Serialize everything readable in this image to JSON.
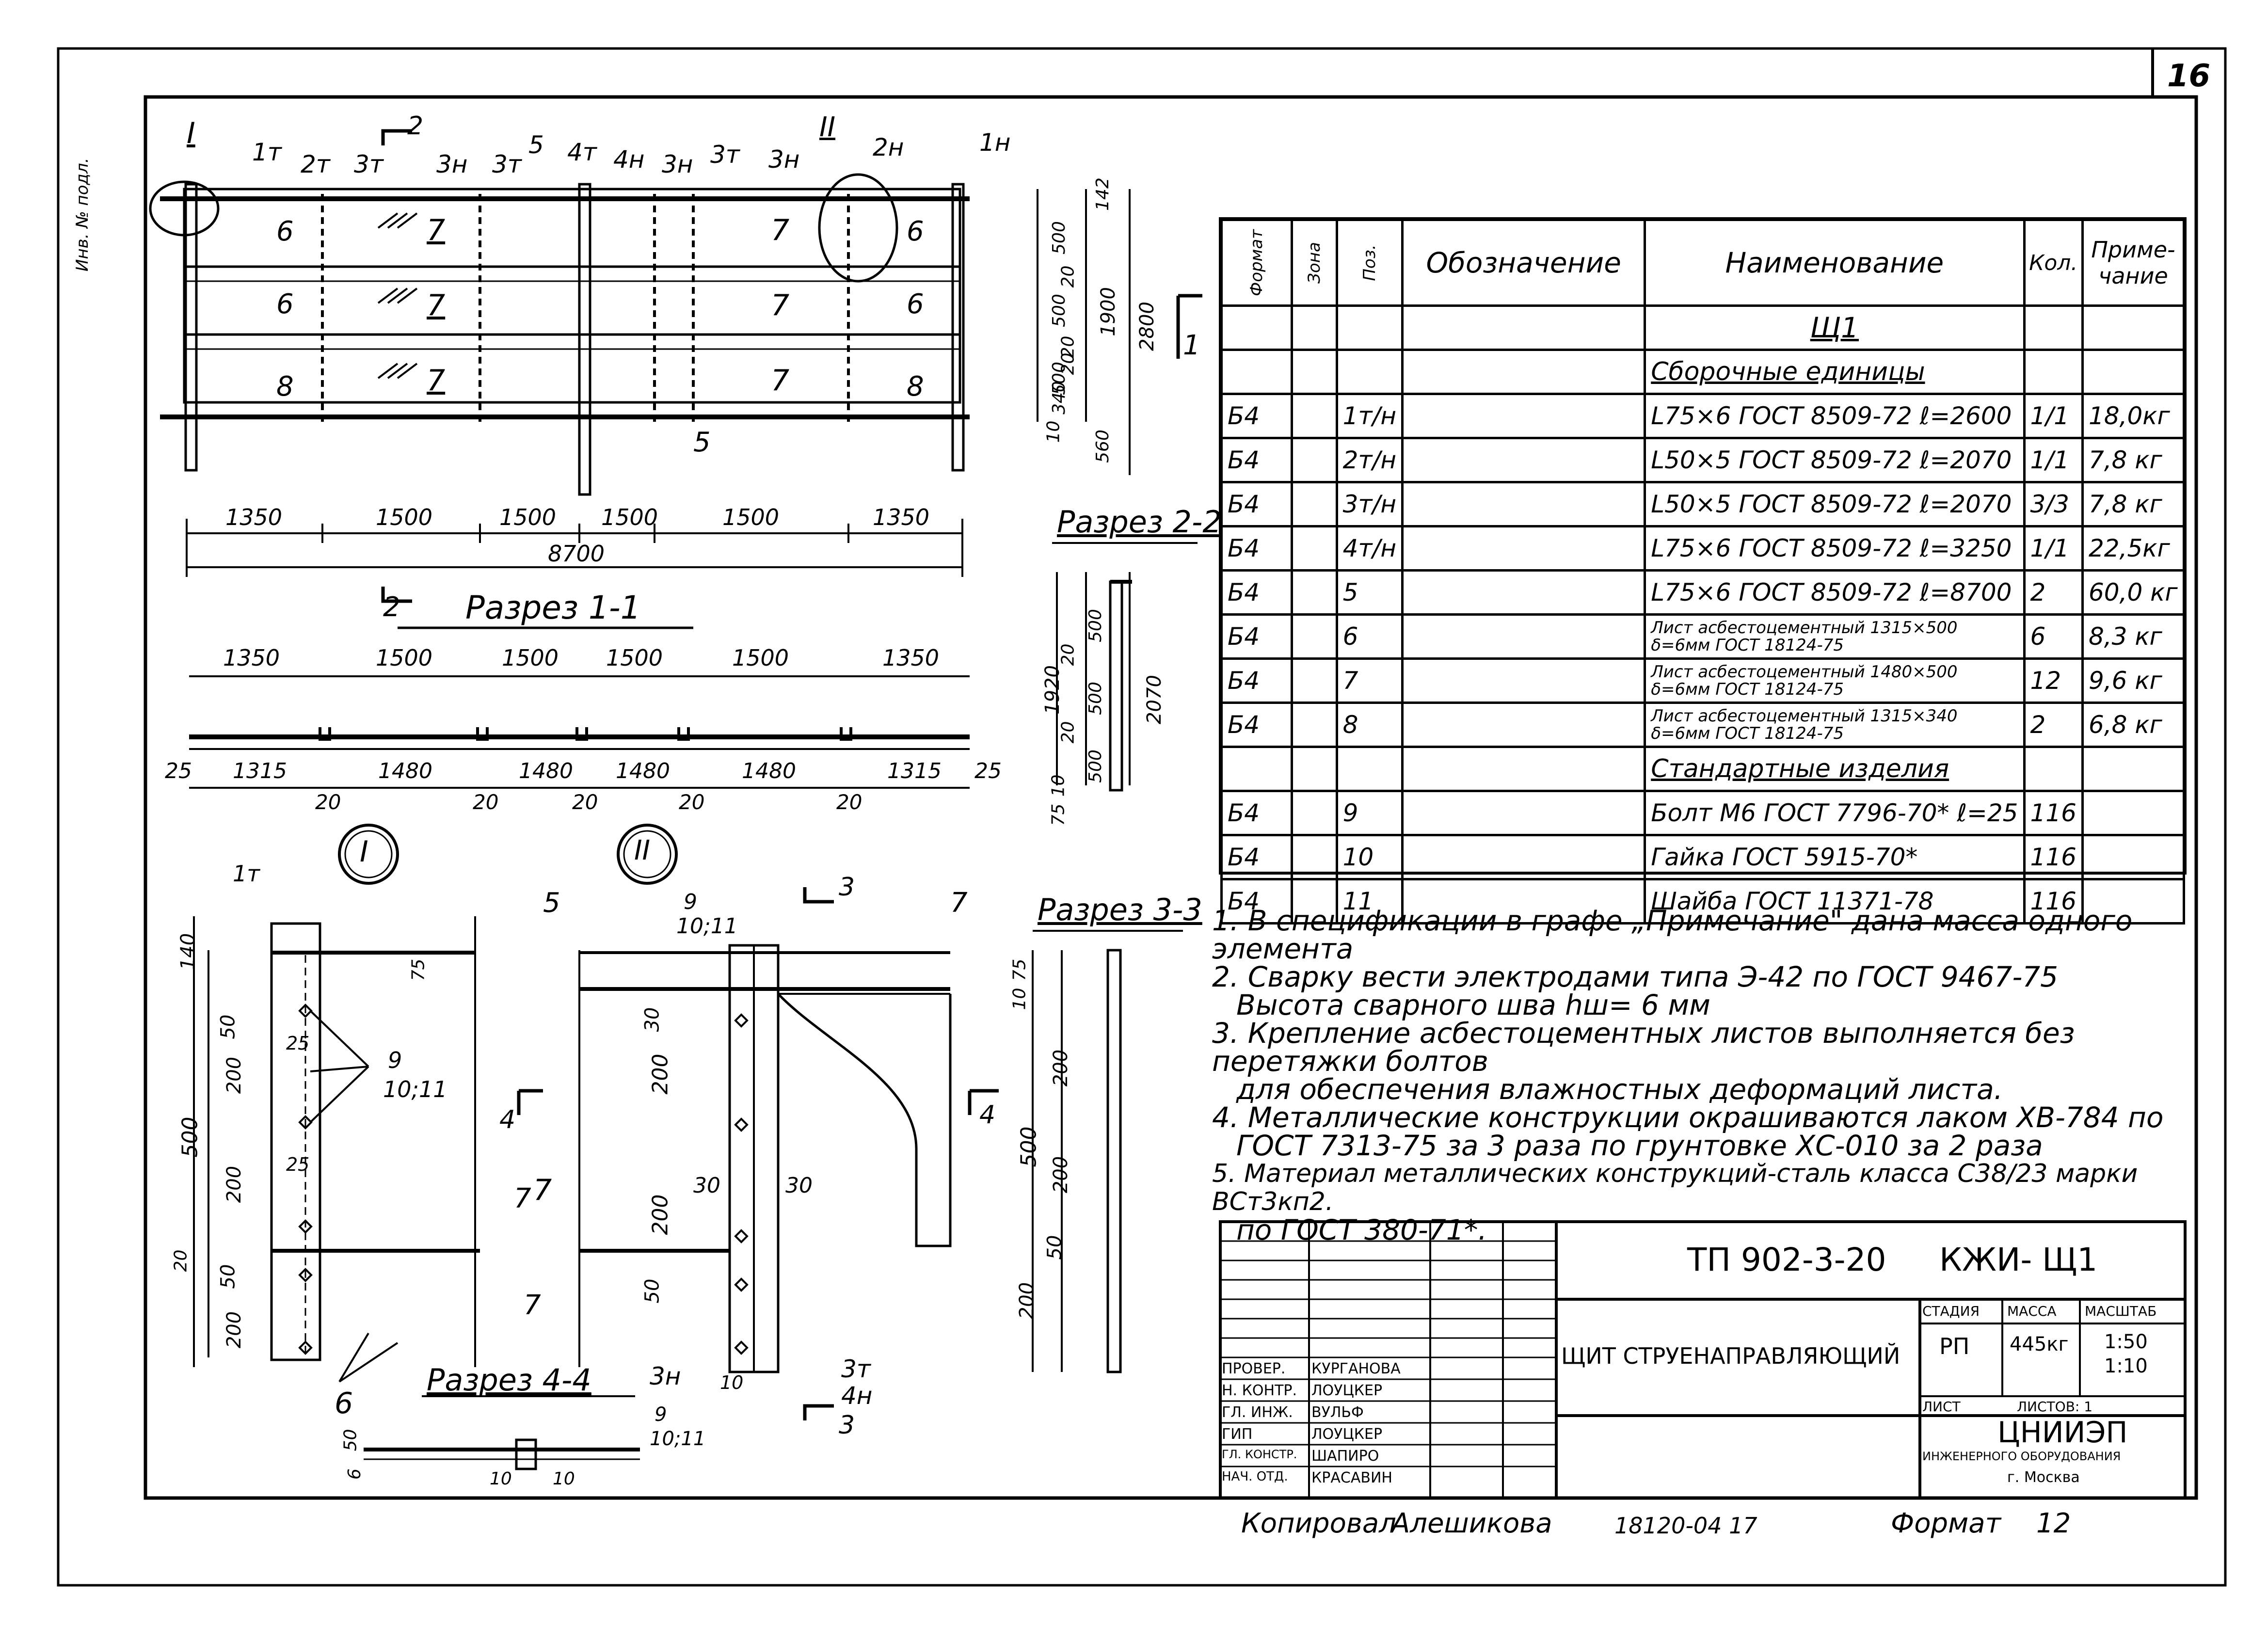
{
  "sheet": {
    "number": "16",
    "side_label": "Инв. № подл."
  },
  "drawing": {
    "top_labels": {
      "mark_I": "I",
      "mark_II": "II",
      "cut_2": "2",
      "p_1t": "1т",
      "p_2t": "2т",
      "p_3t_a": "3т",
      "p_3n_a": "3н",
      "p_3t_b": "3т",
      "p_5": "5",
      "p_4t": "4т",
      "p_4n": "4н",
      "p_3n_b": "3н",
      "p_3t_c": "3т",
      "p_3n_c": "3н",
      "p_2n": "2н",
      "p_1n": "1н",
      "sheet_7a": "7",
      "sheet_7b": "7",
      "sheet_7c": "7",
      "sheet_7d": "7",
      "sheet_7e": "7",
      "sheet_7f": "7",
      "sheet_6a": "6",
      "sheet_6b": "6",
      "sheet_6c": "6",
      "sheet_6d": "6",
      "sheet_8a": "8",
      "sheet_8b": "8",
      "mark_5": "5"
    },
    "dims_top": [
      "1350",
      "1500",
      "1500",
      "1500",
      "1500",
      "1350"
    ],
    "total": "8700",
    "right_dims": [
      "142",
      "500",
      "20",
      "500",
      "20",
      "500",
      "20",
      "340",
      "10",
      "560",
      "1900",
      "2800"
    ],
    "cut_1": "1",
    "section_1_1": {
      "title": "Разрез 1-1",
      "cut_label": "2",
      "dims_top": [
        "1350",
        "1500",
        "1500",
        "1500",
        "1500",
        "1350"
      ],
      "dims_bottom": [
        "25",
        "1315",
        "1480",
        "1480",
        "1480",
        "1480",
        "1315",
        "25"
      ],
      "gaps": [
        "20",
        "20",
        "20",
        "20",
        "20"
      ]
    },
    "section_2_2": {
      "title": "Разрез 2-2",
      "dims": [
        "500",
        "20",
        "500",
        "20",
        "500",
        "10",
        "75",
        "1920",
        "2070"
      ]
    },
    "node_I": {
      "label": "I",
      "p_1t": "1т",
      "p_9": "9",
      "p_10_11": "10;11",
      "sheet_7": "7",
      "sheet_6": "6",
      "dims": [
        "140",
        "75",
        "50",
        "25",
        "200",
        "25",
        "500",
        "200",
        "20",
        "50",
        "200"
      ]
    },
    "node_II": {
      "label": "II",
      "p_5": "5",
      "p_9": "9",
      "p_10_11": "10;11",
      "p_7a": "7",
      "p_7b": "7",
      "p_7c": "7",
      "p_3n": "3н",
      "p_3t": "3т",
      "p_4n": "4н",
      "cut_3": "3",
      "cut_4": "4",
      "dims": [
        "30",
        "200",
        "30",
        "30",
        "200",
        "50",
        "10"
      ]
    },
    "section_3_3": {
      "title": "Разрез 3-3",
      "dims": [
        "75",
        "10",
        "200",
        "500",
        "200",
        "50",
        "200"
      ]
    },
    "section_4_4": {
      "title": "Разрез 4-4",
      "p_9": "9",
      "p_10_11": "10;11",
      "dims": [
        "50",
        "6",
        "10",
        "10"
      ]
    }
  },
  "spec": {
    "headers": {
      "format": "Формат",
      "zone": "Зона",
      "pos": "Поз.",
      "designation": "Обозначение",
      "name": "Наименование",
      "qty": "Кол.",
      "note": "Приме-чание"
    },
    "group_title": "Щ1",
    "section_assembly": "Сборочные единицы",
    "section_standard": "Стандартные изделия",
    "rows_assembly": [
      {
        "fmt": "Б4",
        "pos": "1т/н",
        "name": "L75×6 ГОСТ 8509-72 ℓ=2600",
        "qty": "1/1",
        "note": "18,0кг"
      },
      {
        "fmt": "Б4",
        "pos": "2т/н",
        "name": "L50×5 ГОСТ 8509-72 ℓ=2070",
        "qty": "1/1",
        "note": "7,8 кг"
      },
      {
        "fmt": "Б4",
        "pos": "3т/н",
        "name": "L50×5 ГОСТ 8509-72 ℓ=2070",
        "qty": "3/3",
        "note": "7,8 кг"
      },
      {
        "fmt": "Б4",
        "pos": "4т/н",
        "name": "L75×6 ГОСТ 8509-72 ℓ=3250",
        "qty": "1/1",
        "note": "22,5кг"
      },
      {
        "fmt": "Б4",
        "pos": "5",
        "name": "L75×6 ГОСТ 8509-72 ℓ=8700",
        "qty": "2",
        "note": "60,0 кг"
      },
      {
        "fmt": "Б4",
        "pos": "6",
        "name": "Лист асбестоцементный 1315×500 δ=6мм ГОСТ 18124-75",
        "qty": "6",
        "note": "8,3 кг"
      },
      {
        "fmt": "Б4",
        "pos": "7",
        "name": "Лист асбестоцементный 1480×500 δ=6мм ГОСТ 18124-75",
        "qty": "12",
        "note": "9,6 кг"
      },
      {
        "fmt": "Б4",
        "pos": "8",
        "name": "Лист асбестоцементный 1315×340 δ=6мм ГОСТ 18124-75",
        "qty": "2",
        "note": "6,8 кг"
      }
    ],
    "rows_standard": [
      {
        "fmt": "Б4",
        "pos": "9",
        "name": "Болт М6 ГОСТ 7796-70* ℓ=25",
        "qty": "116",
        "note": ""
      },
      {
        "fmt": "Б4",
        "pos": "10",
        "name": "Гайка ГОСТ 5915-70*",
        "qty": "116",
        "note": ""
      },
      {
        "fmt": "Б4",
        "pos": "11",
        "name": "Шайба ГОСТ 11371-78",
        "qty": "116",
        "note": ""
      }
    ]
  },
  "notes": [
    "1. В спецификации в графе „Примечание\" дана масса одного элемента",
    "2. Сварку вести электродами типа Э-42 по ГОСТ 9467-75",
    "Высота сварного шва hш= 6 мм",
    "3. Крепление асбестоцементных листов выполняется без перетяжки болтов",
    "для обеспечения влажностных деформаций листа.",
    "4. Металлические конструкции окрашиваются лаком ХВ-784 по",
    "ГОСТ 7313-75 за 3 раза по грунтовке ХС-010 за 2 раза",
    "5. Материал металлических конструкций-сталь класса С38/23 марки ВСт3кп2.",
    "по ГОСТ 380-71*."
  ],
  "stamp": {
    "code": "ТП 902-3-20",
    "mark": "КЖИ- Щ1",
    "title": "Щит струенаправляющий",
    "stage_label": "Стадия",
    "mass_label": "Масса",
    "scale_label": "Масштаб",
    "stage": "РП",
    "mass": "445кг",
    "scale1": "1:50",
    "scale2": "1:10",
    "sheet_label": "Лист",
    "sheets_label": "Листов: 1",
    "org": "ЦНИИЭП",
    "org_sub": "инженерного оборудования",
    "city": "г. Москва",
    "roles": [
      {
        "role": "Провер.",
        "name": "Курганова"
      },
      {
        "role": "Н. контр.",
        "name": "Лоуцкер"
      },
      {
        "role": "Гл. инж.",
        "name": "Вульф"
      },
      {
        "role": "ГИП",
        "name": "Лоуцкер"
      },
      {
        "role": "Гл. констр.",
        "name": "Шапиро"
      },
      {
        "role": "Нач. отд.",
        "name": "Красавин"
      }
    ]
  },
  "footer": {
    "copied": "Копировал",
    "copier": "Алешикова",
    "order": "18120-04 17",
    "format_label": "Формат",
    "format": "12"
  }
}
